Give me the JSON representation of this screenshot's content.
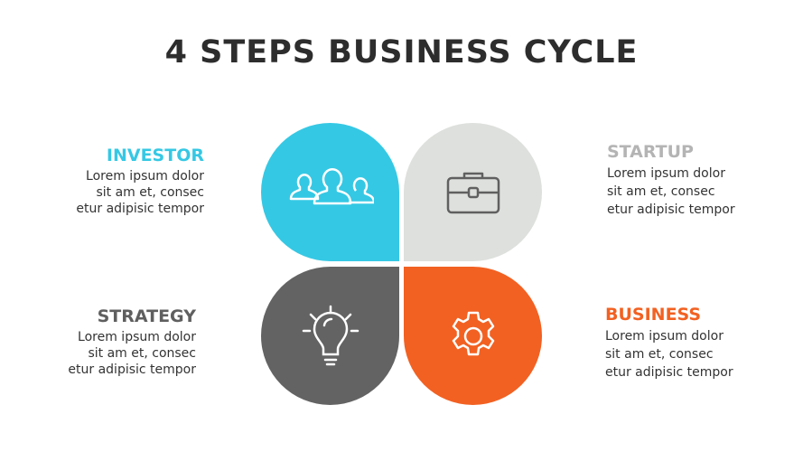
{
  "title": "4 STEPS BUSINESS CYCLE",
  "colors": {
    "investor": "#35c8e4",
    "startup": "#dde0dc",
    "strategy": "#636363",
    "business": "#f26122"
  },
  "steps": [
    {
      "heading": "INVESTOR",
      "heading_color": "#35c8e4",
      "lines": [
        "Lorem ipsum dolor",
        "sit am et, consec",
        "etur adipisic tempor"
      ],
      "icon": "people-icon"
    },
    {
      "heading": "STARTUP",
      "heading_color": "#b4b4b4",
      "lines": [
        "Lorem ipsum dolor",
        "sit am et, consec",
        "etur adipisic tempor"
      ],
      "icon": "briefcase-icon"
    },
    {
      "heading": "STRATEGY",
      "heading_color": "#5f5f5f",
      "lines": [
        "Lorem ipsum dolor",
        "sit am et, consec",
        "etur adipisic tempor"
      ],
      "icon": "lightbulb-icon"
    },
    {
      "heading": "BUSINESS",
      "heading_color": "#f26122",
      "lines": [
        "Lorem ipsum dolor",
        "sit am et, consec",
        "etur adipisic tempor"
      ],
      "icon": "gear-icon"
    }
  ]
}
